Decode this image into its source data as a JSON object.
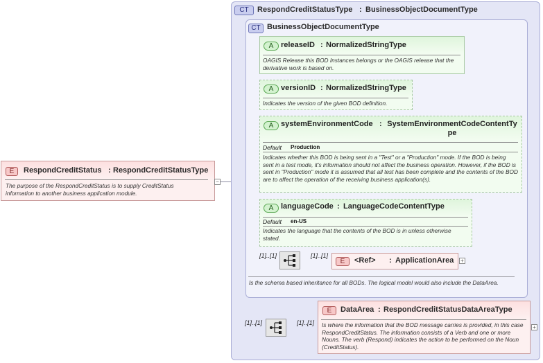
{
  "root_element": {
    "badge": "E",
    "name": "RespondCreditStatus",
    "type_sep": ":",
    "type": "RespondCreditStatusType",
    "description": "The purpose of the RespondCreditStatus is to supply CreditStatus information to another business application module."
  },
  "complex_type": {
    "badge": "CT",
    "name": "RespondCreditStatusType",
    "type_sep": ":",
    "base": "BusinessObjectDocumentType"
  },
  "base_type": {
    "badge": "CT",
    "name": "BusinessObjectDocumentType",
    "description": "Is the schema based inheritance for all BODs. The logical model would also include the DataArea."
  },
  "attributes": [
    {
      "badge": "A",
      "name": "releaseID",
      "type_sep": ":",
      "type": "NormalizedStringType",
      "description": "OAGIS Release this BOD Instances belongs or the OAGIS release that the derivative work is based on."
    },
    {
      "badge": "A",
      "name": "versionID",
      "type_sep": ":",
      "type": "NormalizedStringType",
      "description": "Indicates the version of the given BOD definition."
    },
    {
      "badge": "A",
      "name": "systemEnvironmentCode",
      "type_sep": ":",
      "type": "SystemEnvironmentCodeContentType",
      "default_label": "Default",
      "default_value": "Production",
      "description": "Indicates whether this BOD is being sent in a \"Test\" or a \"Production\" mode. If the BOD is being sent in a test mode, it's information should not affect the business operation. However, if the BOD is sent in \"Production\" mode it is assumed that all test has been complete and the contents of the BOD are to affect the operation of the receiving business application(s)."
    },
    {
      "badge": "A",
      "name": "languageCode",
      "type_sep": ":",
      "type": "LanguageCodeContentType",
      "default_label": "Default",
      "default_value": "en-US",
      "description": "Indicates the language that the contents of the BOD is in unless otherwise stated."
    }
  ],
  "app_area": {
    "seq_card": "[1]..[1]",
    "elem_card": "[1]..[1]",
    "badge": "E",
    "ref_label": "<Ref>",
    "type_sep": ":",
    "name": "ApplicationArea"
  },
  "data_area": {
    "seq_card": "[1]..[1]",
    "elem_card": "[1]..[1]",
    "badge": "E",
    "name": "DataArea",
    "type_sep": ":",
    "type": "RespondCreditStatusDataAreaType",
    "description": "Is where the information that the BOD message carries is provided, in this case RespondCreditStatus. The information consists of a Verb and one or more Nouns. The verb (Respond) indicates the action to be performed on the Noun (CreditStatus)."
  },
  "icons": {
    "collapse": "minus-icon",
    "expand": "plus-icon",
    "sequence": "sequence-compositor-icon"
  },
  "colors": {
    "complex_type_bg": "#e4e6f6",
    "attribute_bg": "#f2fcf0",
    "element_bg": "#fdf0f0"
  }
}
